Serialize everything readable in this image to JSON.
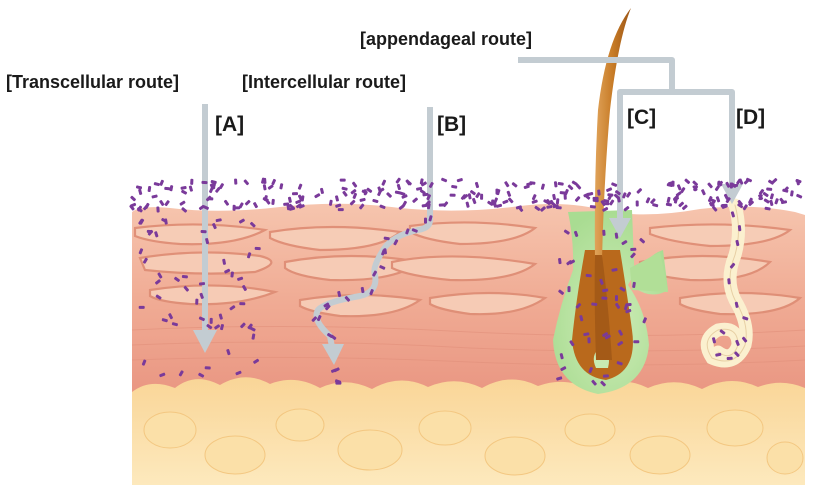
{
  "labels": {
    "appendageal": "[appendageal route]",
    "transcellular": "[Transcellular route]",
    "intercellular": "[Intercellular route]",
    "a": "[A]",
    "b": "[B]",
    "c": "[C]",
    "d": "[D]"
  },
  "colors": {
    "arrow": "#c3ccd2",
    "molecule": "#7a3a9a",
    "stratum_corneum": "#f2b79e",
    "cell_edge": "#e08c74",
    "epidermis": "#ec9f8a",
    "dermis": "#f8dfa6",
    "fat": "#fde6b1",
    "hair": "#c8741f",
    "follicle_sheath": "#bfe5a8",
    "gland": "#fbf0cf"
  }
}
